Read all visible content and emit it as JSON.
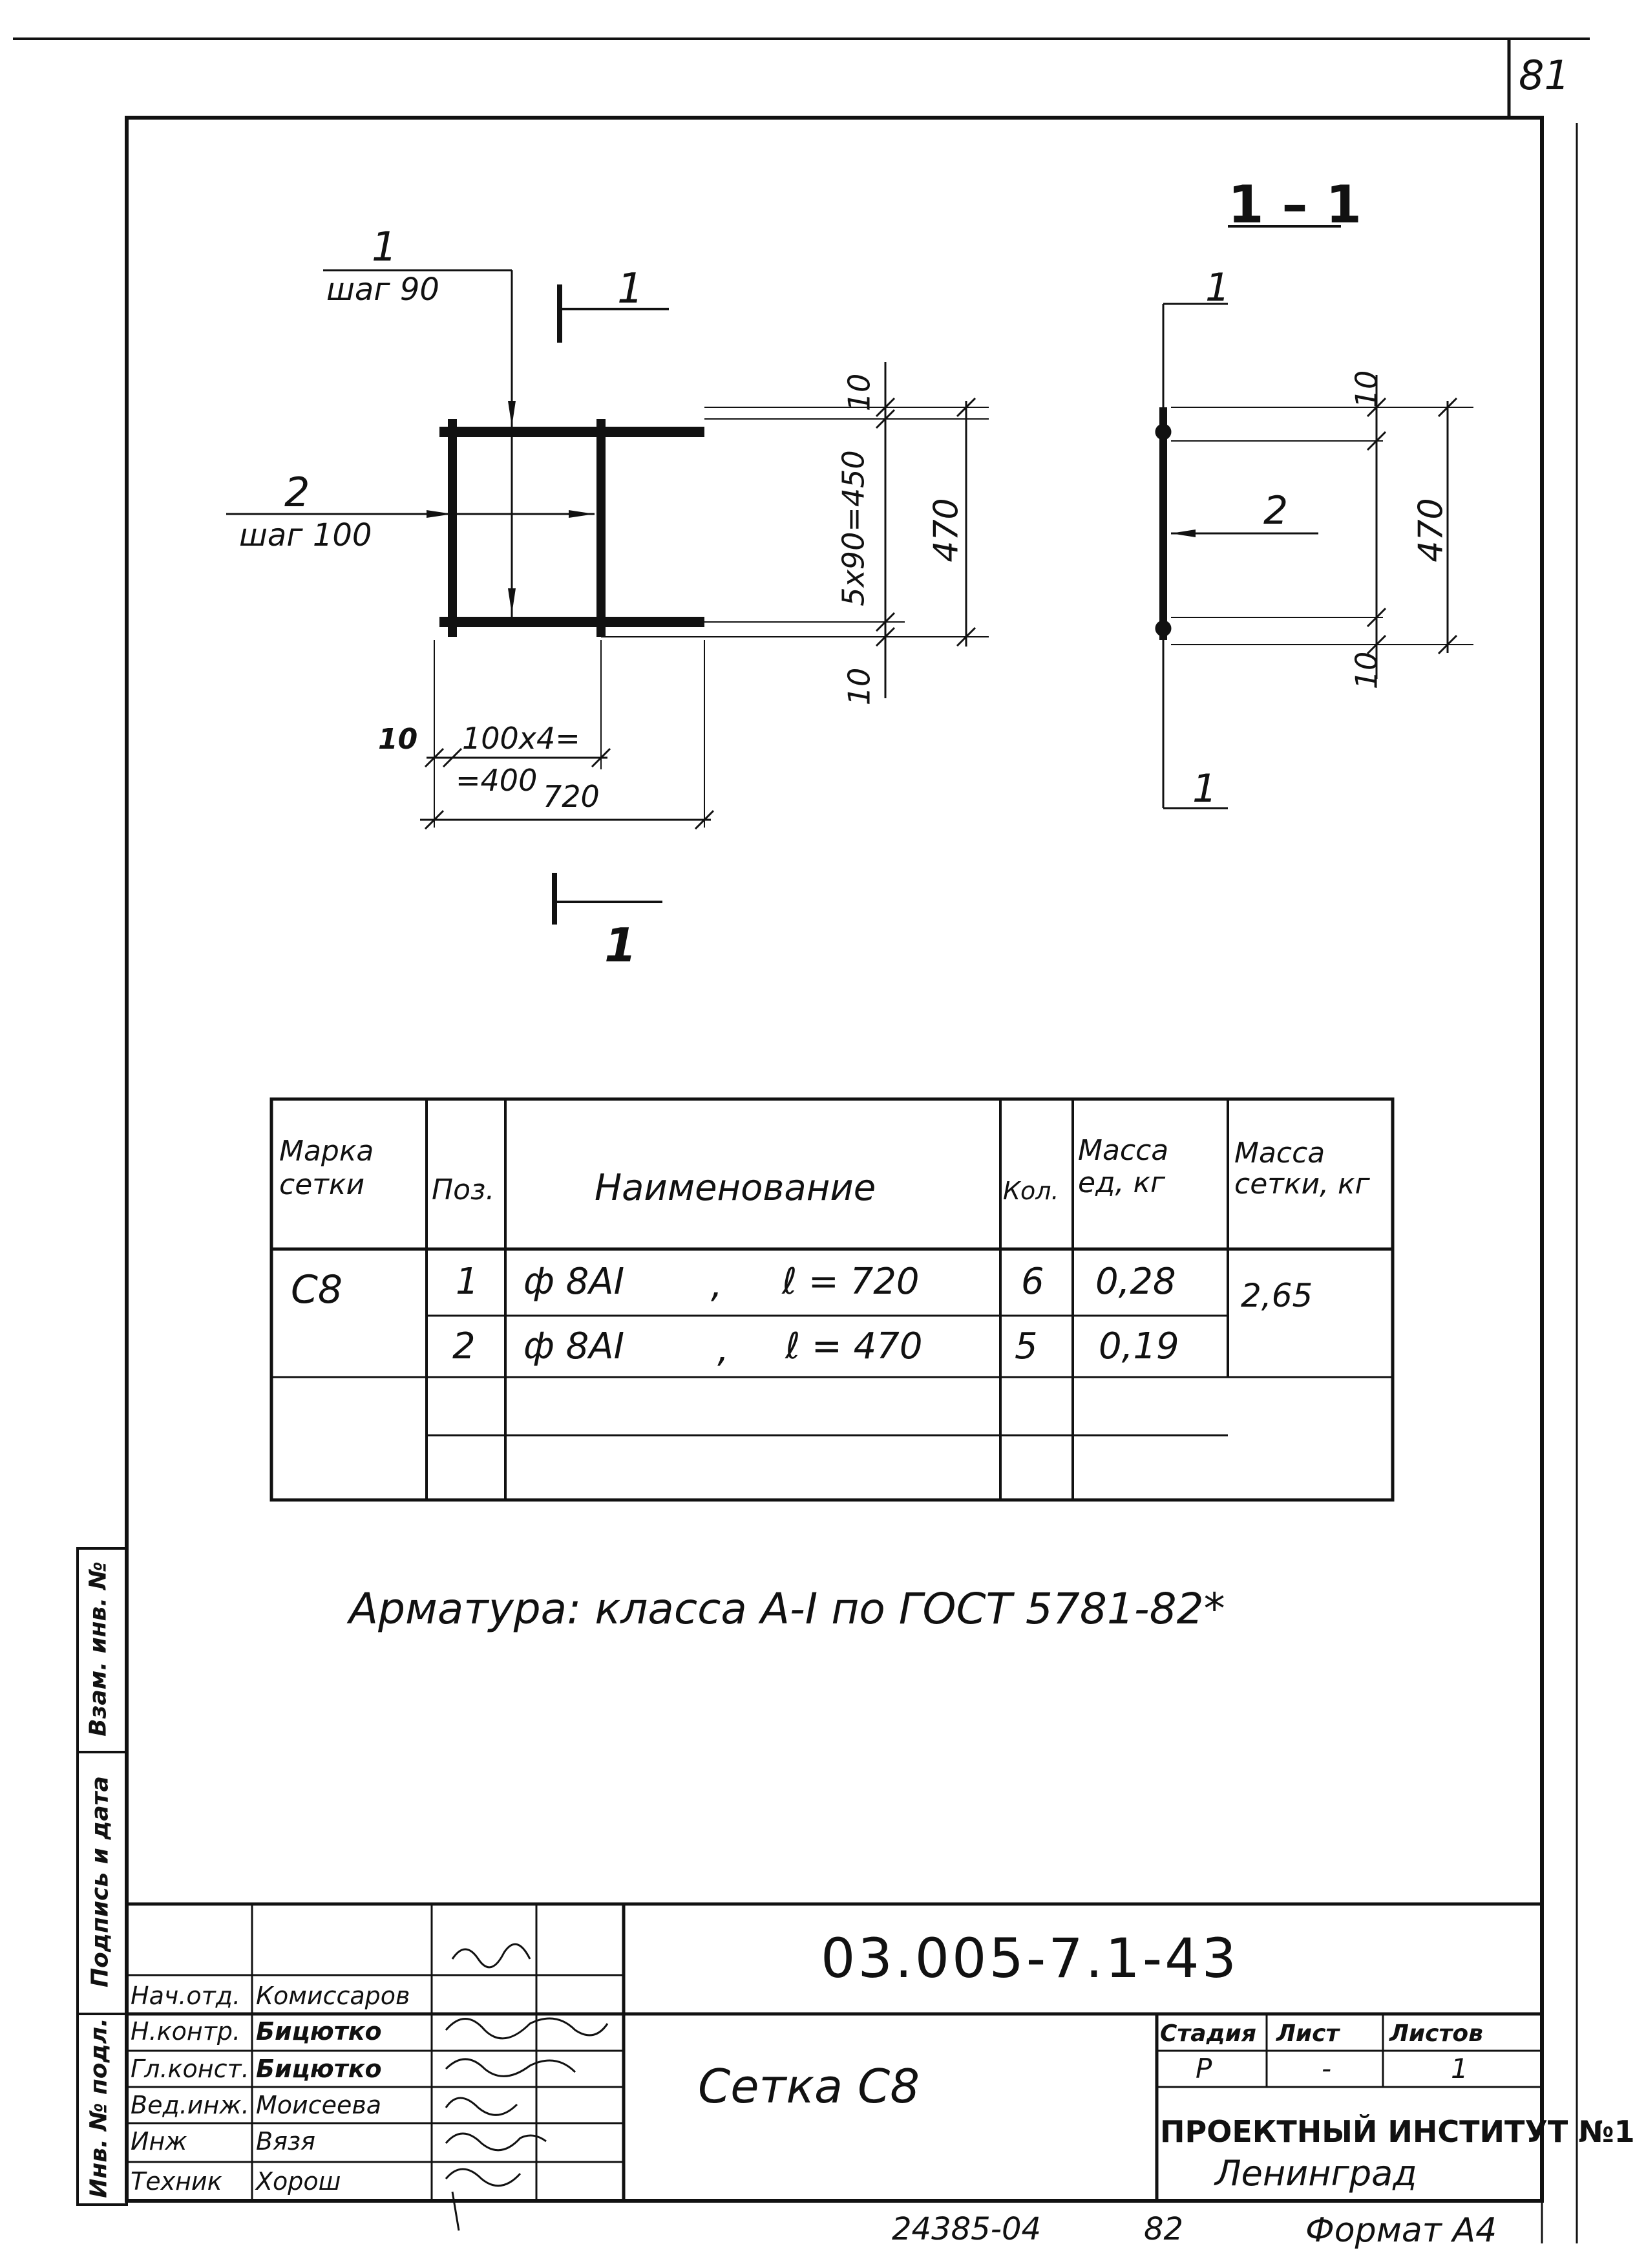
{
  "page_number": "81",
  "section": {
    "title": "1 – 1",
    "mark_top": "1",
    "mark_bottom": "1"
  },
  "plan": {
    "bar1": {
      "num": "1",
      "step": "шаг 90"
    },
    "bar2": {
      "num": "2",
      "step": "шаг 100"
    },
    "dims": {
      "top_10": "10",
      "mid": "5x90=450",
      "bot_10": "10",
      "total_h": "470",
      "left_10": "10",
      "spacing_a": "100x4=",
      "spacing_b": "=400",
      "total_w": "720"
    }
  },
  "side": {
    "bar1_top": "1",
    "bar1_bottom": "1",
    "bar2": "2",
    "top_10": "10",
    "bot_10": "10",
    "total_h": "470"
  },
  "spec": {
    "headers": [
      "Марка сетки",
      "Поз.",
      "Наименование",
      "Кол.",
      "Масса ед, кг",
      "Масса сетки, кг"
    ],
    "mark": "С8",
    "total_mass": "2,65",
    "rows": [
      {
        "pos": "1",
        "name": "ф 8АI",
        "sep": ",",
        "len": "ℓ = 720",
        "qty": "6",
        "mass": "0,28"
      },
      {
        "pos": "2",
        "name": "ф 8АI",
        "sep": ",",
        "len": "ℓ = 470",
        "qty": "5",
        "mass": "0,19"
      }
    ]
  },
  "note": "Арматура: класса А-I по ГОСТ 5781-82*",
  "stamp": {
    "code": "03.005-7.1-43",
    "title": "Сетка С8",
    "roles": [
      {
        "role": "Нач.отд.",
        "name": "Комиссаров"
      },
      {
        "role": "Н.контр.",
        "name": "Бицютко"
      },
      {
        "role": "Гл.конст.",
        "name": "Бицютко"
      },
      {
        "role": "Вед.инж.",
        "name": "Моисеева"
      },
      {
        "role": "Инж",
        "name": "Вязя"
      },
      {
        "role": "Техник",
        "name": "Хорош"
      }
    ],
    "stage_label": "Стадия",
    "sheet_label": "Лист",
    "sheets_label": "Листов",
    "stage": "Р",
    "sheet": "-",
    "sheets": "1",
    "org": "ПРОЕКТНЫЙ ИНСТИТУТ №1",
    "city": "Ленинград"
  },
  "side_labels": [
    "Взам. инв. №",
    "Подпись и дата",
    "Инв. № подл."
  ],
  "footer": {
    "archive": "24385-04",
    "num": "82",
    "format": "Формат А4"
  }
}
